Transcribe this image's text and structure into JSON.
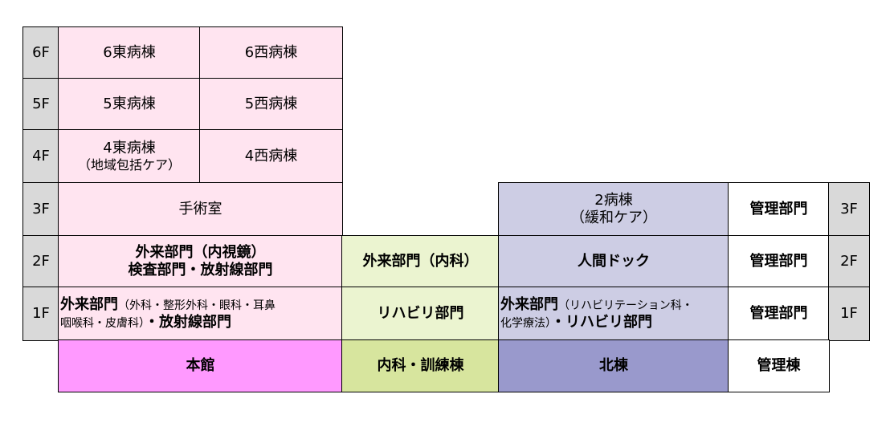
{
  "floors": {
    "left": [
      "6F",
      "5F",
      "4F",
      "3F",
      "2F",
      "1F"
    ],
    "right": [
      "3F",
      "2F",
      "1F"
    ]
  },
  "honkan": {
    "f6_east": "6東病棟",
    "f6_west": "6西病棟",
    "f5_east": "5東病棟",
    "f5_west": "5西病棟",
    "f4_east": "4東病棟",
    "f4_east_note": "（地域包括ケア）",
    "f4_west": "4西病棟",
    "f3": "手術室",
    "f2_line1": "外来部門（内視鏡）",
    "f2_line2": "検査部門・放射線部門",
    "f1_line1_main": "外来部門",
    "f1_line1_sub": "（外科・整形外科・眼科・耳鼻",
    "f1_line2_sub": "咽喉科・皮膚科）",
    "f1_line2_main": "・放射線部門",
    "label": "本館"
  },
  "naika": {
    "f2": "外来部門（内科）",
    "f1": "リハビリ部門",
    "label": "内科・訓練棟"
  },
  "north": {
    "f3_line1": "2病棟",
    "f3_line2": "（緩和ケア）",
    "f2": "人間ドック",
    "f1_line1_main": "外来部門",
    "f1_line1_sub": "（リハビリテーション科・",
    "f1_line2_sub": "化学療法）",
    "f1_line2_main": "・リハビリ部門",
    "label": "北棟"
  },
  "admin": {
    "f3": "管理部門",
    "f2": "管理部門",
    "f1": "管理部門",
    "label": "管理棟"
  },
  "colors": {
    "honkan_floors": "#ffe4f0",
    "honkan_label": "#ff99ff",
    "naika_floors": "#ebf4d0",
    "naika_label": "#d7e59e",
    "north_floors": "#cdcde4",
    "north_label": "#9999cc",
    "floor_tab": "#d9d9d9"
  }
}
